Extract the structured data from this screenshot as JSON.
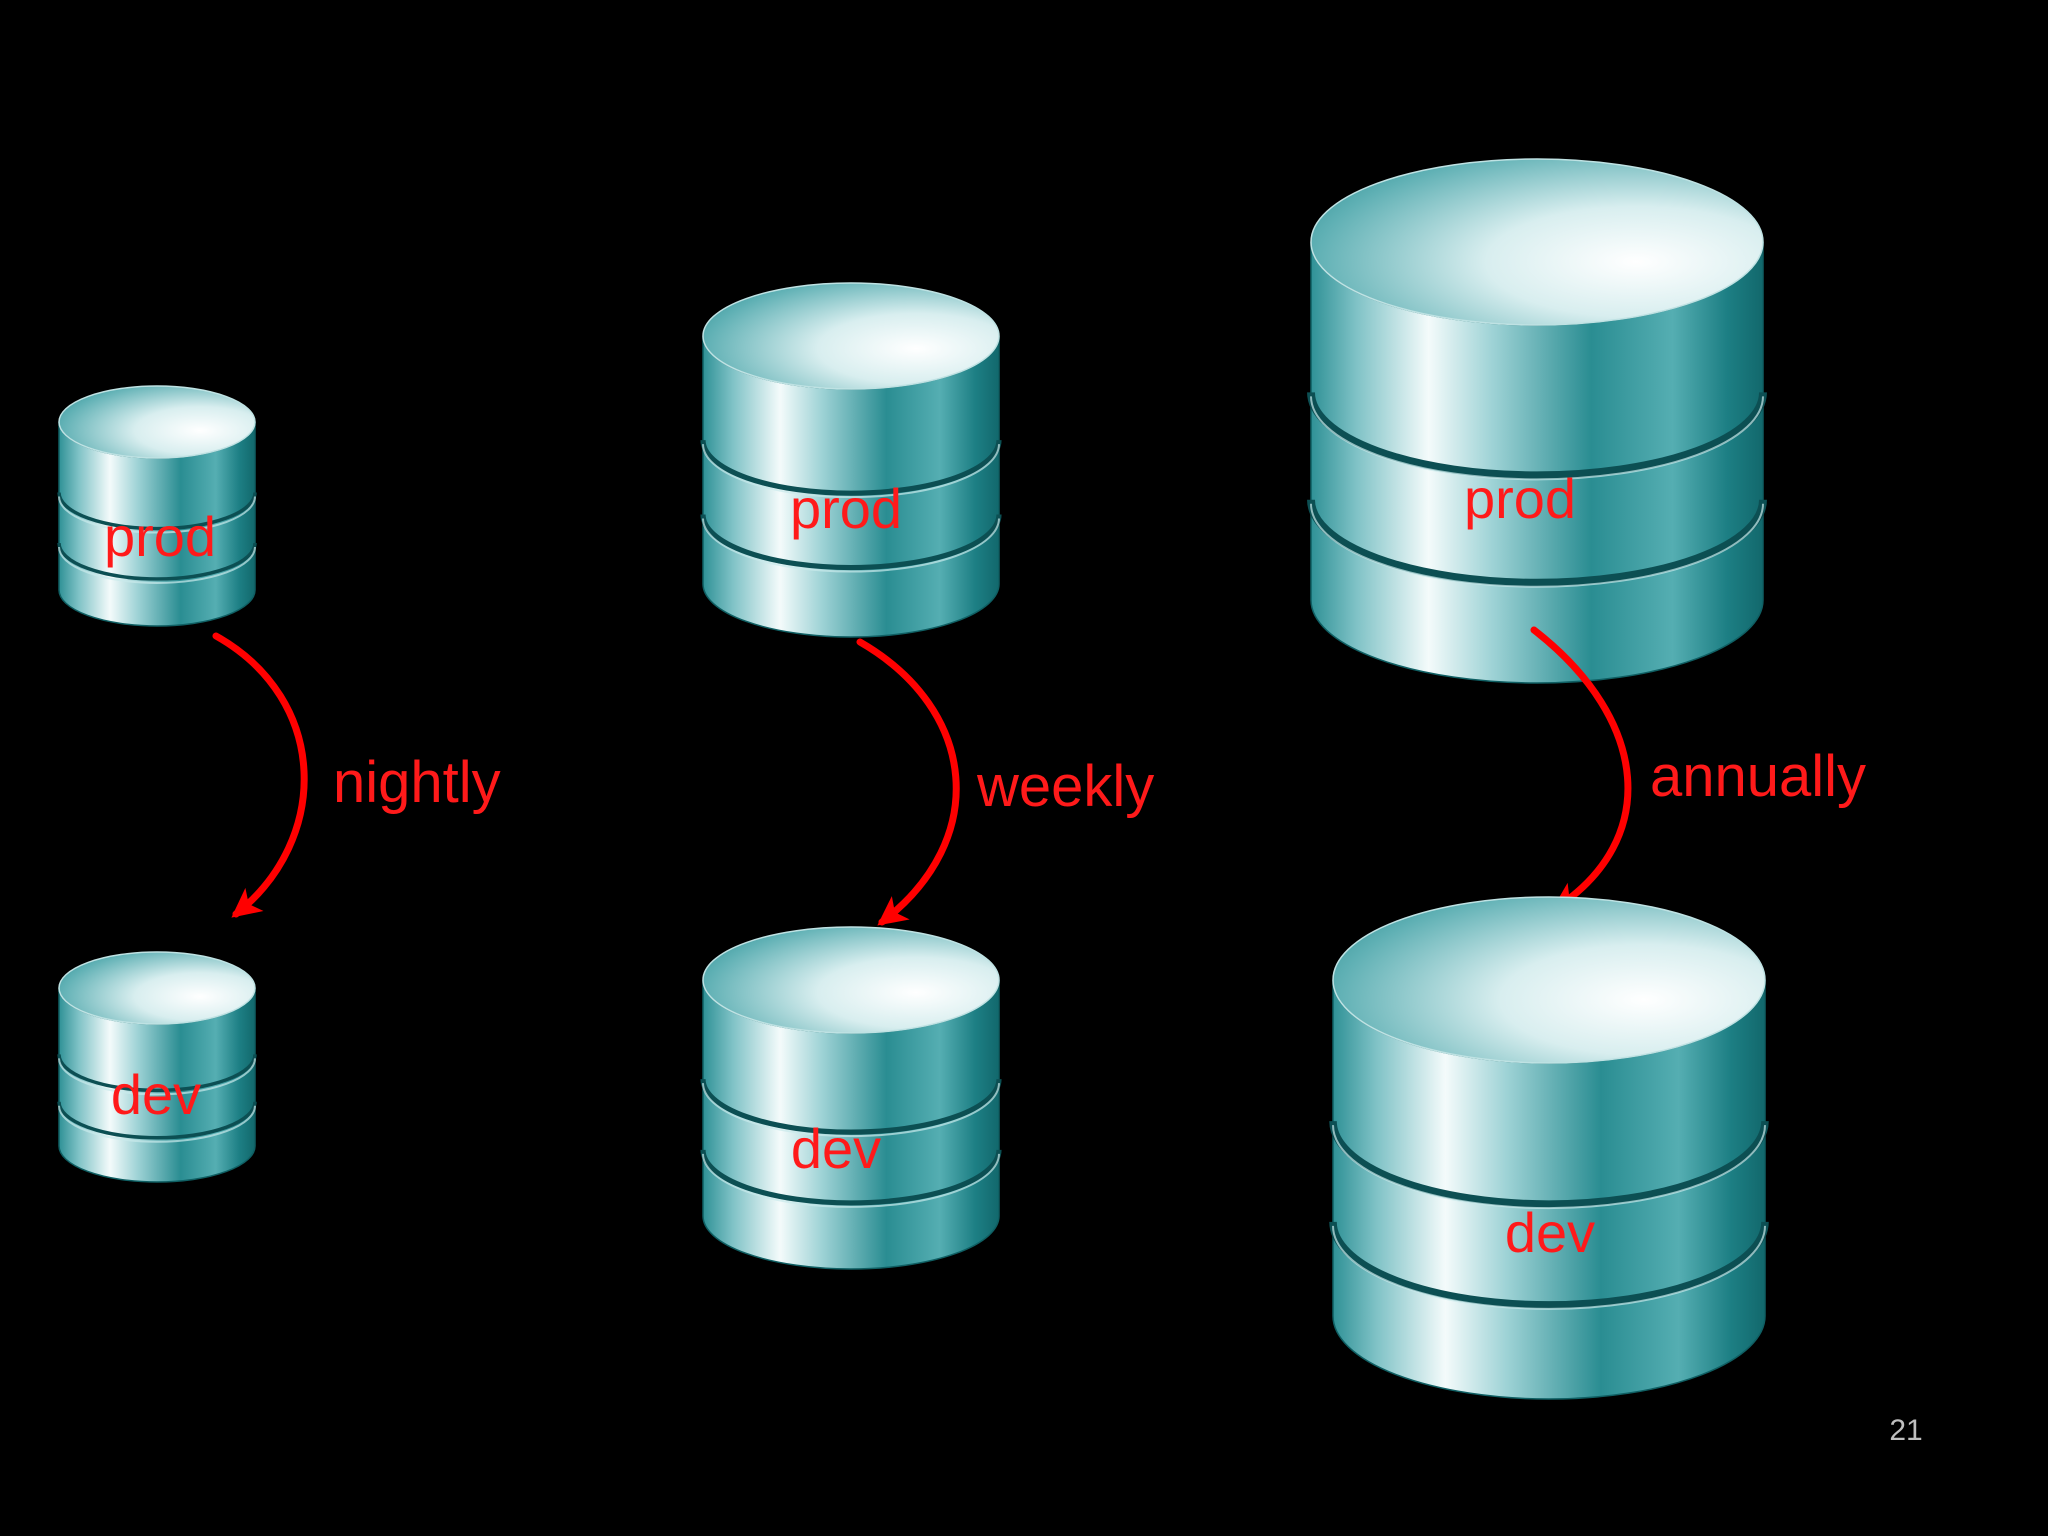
{
  "colors": {
    "background": "#000000",
    "label": "#ff1a1a",
    "arrow": "#ff0000",
    "page_number": "#bfbfbf",
    "cylinder_dark": "#157a7f",
    "cylinder_light": "#ffffff"
  },
  "icon": "database-cylinder-icon",
  "pairs": [
    {
      "source": "prod",
      "target": "dev",
      "frequency": "nightly"
    },
    {
      "source": "prod",
      "target": "dev",
      "frequency": "weekly"
    },
    {
      "source": "prod",
      "target": "dev",
      "frequency": "annually"
    }
  ],
  "page_number": "21"
}
